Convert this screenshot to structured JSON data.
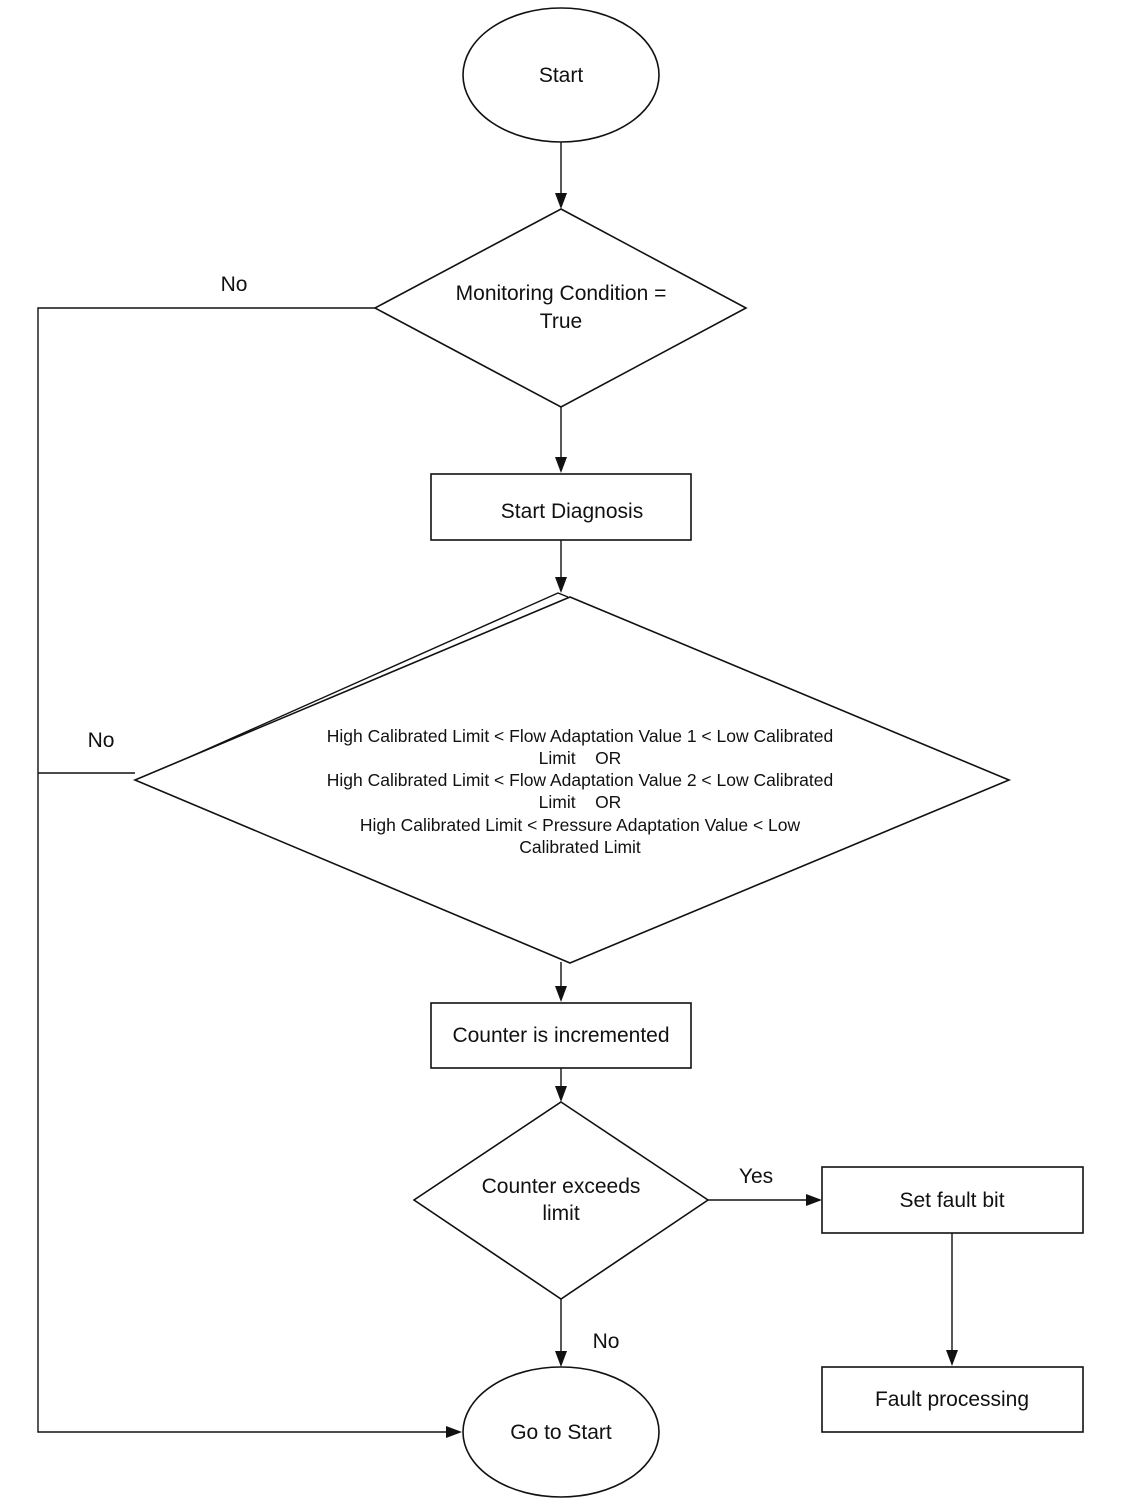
{
  "nodes": {
    "start": {
      "label": "Start"
    },
    "monitoring": {
      "lines": [
        "Monitoring Condition =",
        "True"
      ]
    },
    "start_diagnosis": {
      "label": "Start Diagnosis"
    },
    "limits_check": {
      "lines": [
        "High Calibrated Limit < Flow Adaptation Value 1 < Low Calibrated",
        "Limit    OR",
        "High Calibrated Limit < Flow Adaptation Value 2 < Low Calibrated",
        "Limit    OR",
        "High Calibrated Limit < Pressure Adaptation Value < Low",
        "Calibrated Limit"
      ]
    },
    "counter_incremented": {
      "label": "Counter is incremented"
    },
    "counter_exceeds": {
      "lines": [
        "Counter exceeds",
        "limit"
      ]
    },
    "set_fault_bit": {
      "label": "Set fault bit"
    },
    "fault_processing": {
      "label": "Fault processing"
    },
    "go_to_start": {
      "label": "Go to Start"
    }
  },
  "edges": {
    "monitoring_no": "No",
    "limits_no": "No",
    "counter_yes": "Yes",
    "counter_no": "No"
  }
}
